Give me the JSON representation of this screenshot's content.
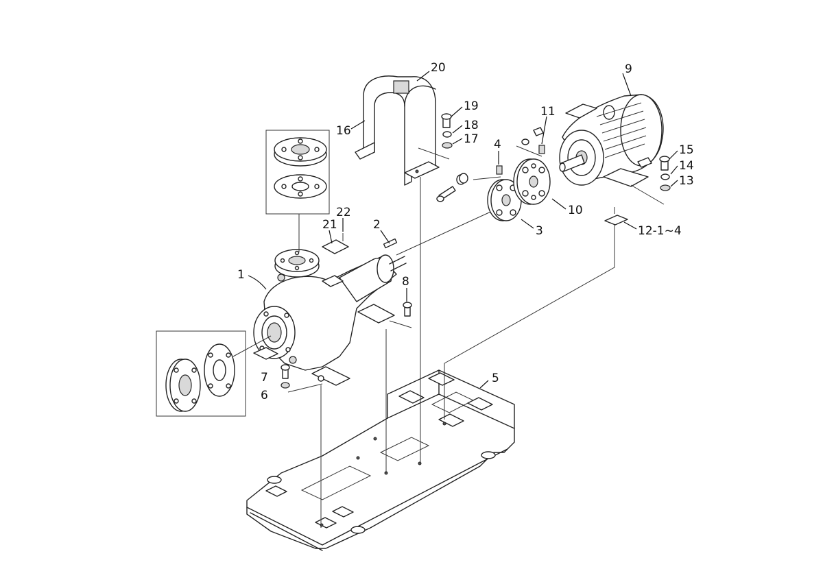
{
  "callouts": {
    "c1": "1",
    "c2": "2",
    "c3": "3",
    "c4": "4",
    "c5": "5",
    "c6": "6",
    "c7": "7",
    "c8": "8",
    "c9": "9",
    "c10": "10",
    "c11": "11",
    "c12": "12-1~4",
    "c13": "13",
    "c14": "14",
    "c15": "15",
    "c16": "16",
    "c17": "17",
    "c18": "18",
    "c19": "19",
    "c20": "20",
    "c21": "21",
    "c22": "22"
  }
}
